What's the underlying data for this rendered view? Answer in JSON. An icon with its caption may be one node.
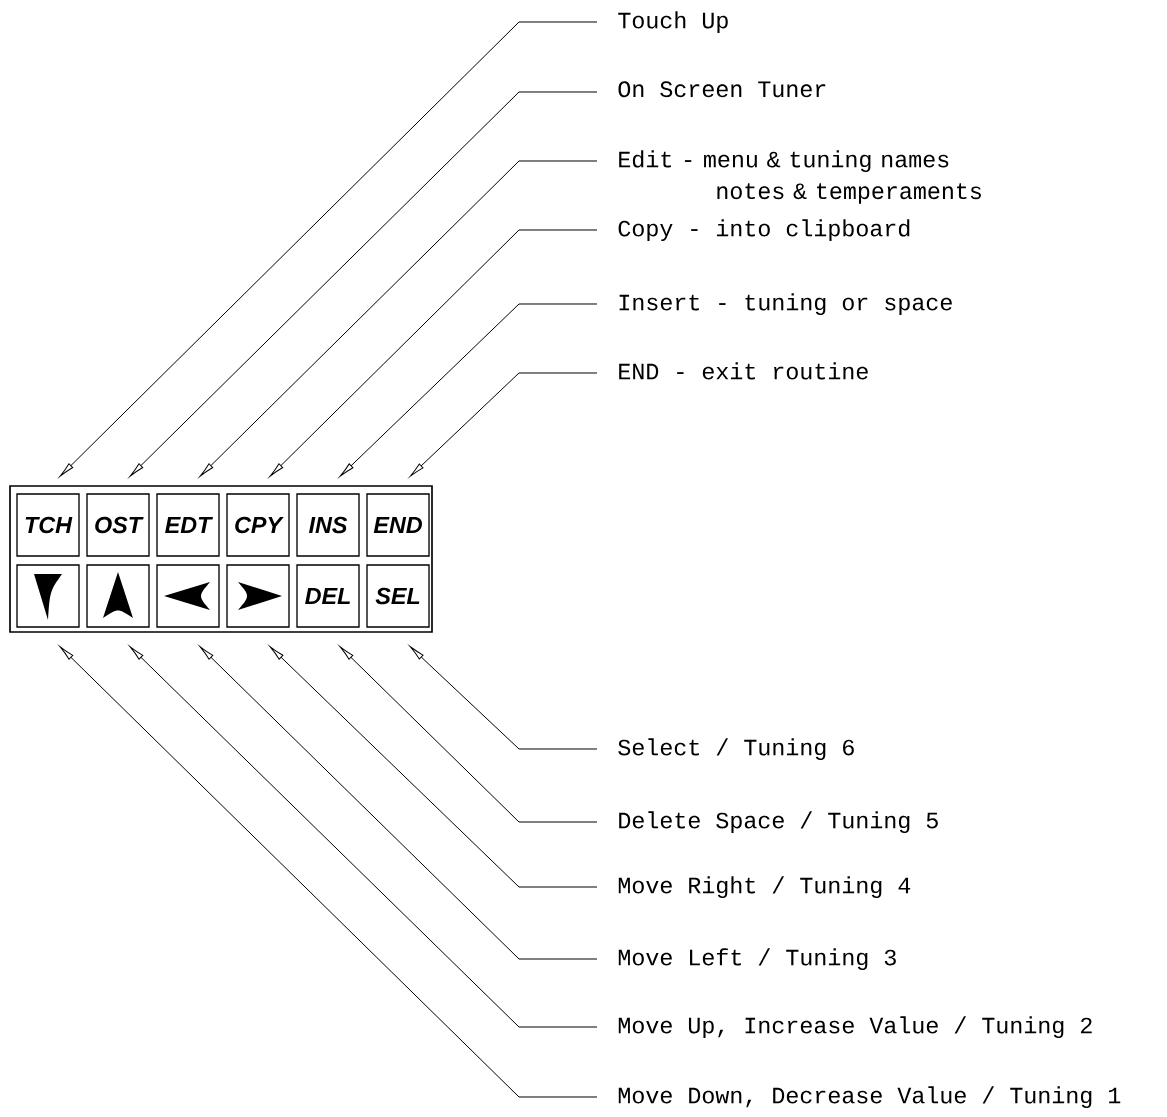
{
  "diagram": {
    "nodes": [
      {
        "text": [],
        "shape": "box"
      },
      {
        "text": [
          "TCH"
        ],
        "in": 0
      },
      {
        "text": [
          "OST"
        ],
        "in": 0
      },
      {
        "text": [
          "EDT"
        ],
        "in": 0
      },
      {
        "text": [
          "CPY"
        ],
        "in": 0
      },
      {
        "text": [
          "INS"
        ],
        "in": 0
      },
      {
        "text": [
          "END"
        ],
        "in": 0
      },
      {
        "text": [],
        "shape": "box",
        "in": 0
      },
      {
        "text": [],
        "shape": "box",
        "in": 0
      },
      {
        "text": [],
        "shape": "box",
        "in": 0
      },
      {
        "text": [],
        "shape": "box",
        "in": 0
      },
      {
        "text": [
          "DEL"
        ],
        "in": 0
      },
      {
        "text": [
          "SEL"
        ],
        "in": 0
      },
      {
        "text": [
          "Touch Up"
        ]
      },
      {
        "text": [
          "On Screen Tuner"
        ]
      },
      {
        "text": [
          "Edit - menu & tuning names notes & temperaments"
        ]
      },
      {
        "text": [
          "Copy - into clipboard"
        ]
      },
      {
        "text": [
          "Insert - tuning or space"
        ]
      },
      {
        "text": [
          "END - exit routine"
        ]
      },
      {
        "text": [
          "Select / Tuning 6"
        ]
      },
      {
        "text": [
          "Delete Space / Tuning 5"
        ]
      },
      {
        "text": [
          "Move Right / Tuning 4"
        ]
      },
      {
        "text": [
          "Move Left / Tuning 3"
        ]
      },
      {
        "text": [
          "Move Up, Increase Value / Tuning 2"
        ]
      },
      {
        "text": [
          "Move Down, Decrease Value / Tuning 1"
        ]
      }
    ],
    "edges": [
      {
        "from": 13,
        "to": 1,
        "arrow": "to"
      },
      {
        "from": 14,
        "to": 2,
        "arrow": "to"
      },
      {
        "from": 15,
        "to": 3,
        "arrow": "to"
      },
      {
        "from": 16,
        "to": 4,
        "arrow": "to"
      },
      {
        "from": 17,
        "to": 5,
        "arrow": "to"
      },
      {
        "from": 18,
        "to": 6,
        "arrow": "to"
      },
      {
        "from": 19,
        "to": 12,
        "arrow": "to"
      },
      {
        "from": 20,
        "to": 11,
        "arrow": "to"
      },
      {
        "from": 21,
        "to": 10,
        "arrow": "to"
      },
      {
        "from": 22,
        "to": 9,
        "arrow": "to"
      },
      {
        "from": 23,
        "to": 8,
        "arrow": "to"
      },
      {
        "from": 24,
        "to": 7,
        "arrow": "to"
      }
    ]
  }
}
